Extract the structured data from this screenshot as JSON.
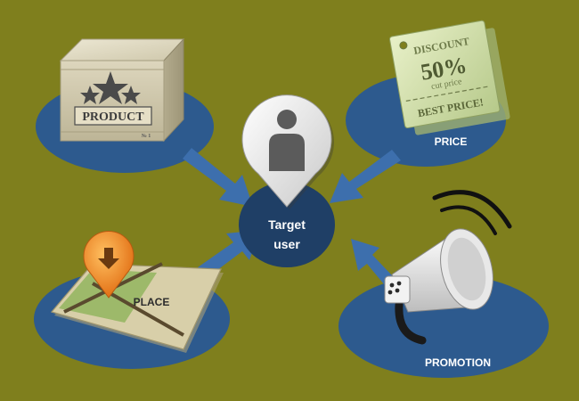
{
  "center": {
    "line1": "Target",
    "line2": "user"
  },
  "nodes": {
    "product": {
      "box_text": "PRODUCT",
      "box_small": "№ 1"
    },
    "price": {
      "label": "PRICE",
      "tag_discount": "DISCOUNT",
      "tag_percent": "50%",
      "tag_cut": "cut price",
      "tag_best": "BEST PRICE!"
    },
    "place": {
      "label": "PLACE"
    },
    "promotion": {
      "label": "PROMOTION"
    }
  },
  "colors": {
    "background": "#7f7f1d",
    "ellipse": "#2d5a8e",
    "center": "#1f3f66",
    "arrow": "#3d6fad"
  }
}
